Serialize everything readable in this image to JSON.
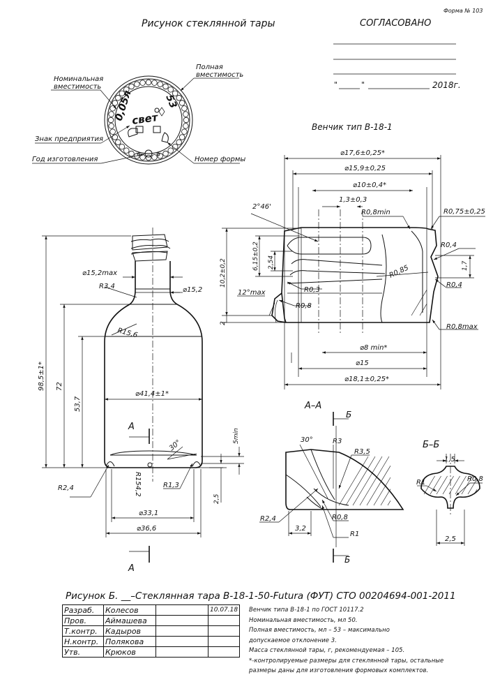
{
  "form_no": "Форма № 103",
  "title": "Рисунок стеклянной тары",
  "approval": {
    "heading": "СОГЛАСОВАНО",
    "date_quote_open": "\"",
    "date_quote_close": "\"",
    "year": "2018г."
  },
  "marking": {
    "nominal_volume_label": [
      "Номинальная",
      "вместимость"
    ],
    "full_volume_label": [
      "Полная",
      "вместимость"
    ],
    "enterprise_mark_label": "Знак предприятия",
    "year_label": "Год изготовления",
    "mold_number_label": "Номер формы",
    "nominal_value": "0,05л",
    "full_value": "53",
    "brand": "свет"
  },
  "finish_title": "Венчик тип В-18-1",
  "finish_dims": {
    "d_outer": "⌀17,6±0,25*",
    "d_thread": "⌀15,9±0,25",
    "d_inner": "⌀10±0,4*",
    "pitch": "1,3±0,3",
    "r08min": "R0,8min",
    "r075": "R0,75±0,25",
    "angle": "2°46'",
    "h615": "6,15±0,2",
    "h254": "2,54",
    "h102": "10,2±0,2",
    "r04a": "R0,4",
    "d17": "1,7",
    "r04b": "R0,4",
    "r085": "R0,85",
    "r03": "R0,3",
    "r08": "R0,8",
    "angle12": "12°max",
    "h2": "2",
    "r08max": "R0,8max",
    "d8": "⌀8  min*",
    "d15": "⌀15",
    "d181": "⌀18,1±0,25*"
  },
  "bottle_dims": {
    "h985": "98,5±1*",
    "h72": "72",
    "h537": "53,7",
    "d152max": "⌀15,2max",
    "r34": "R3,4",
    "d152": "⌀15,2",
    "r156": "R15,6",
    "d414": "⌀41,4±1*",
    "a_top": "А",
    "a_bottom": "А",
    "h5min": "5min",
    "ang30": "30°",
    "r24": "R2,4",
    "r1542": "R154,2",
    "r13": "R1,3",
    "h25": "2,5",
    "d331": "⌀33,1",
    "d366": "⌀36,6"
  },
  "section_aa": {
    "title": "А–А",
    "b_top": "Б",
    "b_bottom": "Б",
    "ang30": "30°",
    "r3": "R3",
    "r35": "R3,5",
    "r24": "R2,4",
    "r08": "R0,8",
    "r1": "R1",
    "w32": "3,2"
  },
  "section_bb": {
    "title": "Б–Б",
    "w15": "1,5",
    "r1": "R1",
    "r08": "R0,8",
    "w25": "2,5"
  },
  "caption": "Рисунок Б. __–Стеклянная тара В-18-1-50-Futura (ФУТ) СТО 00204694-001-2011",
  "signatures": [
    {
      "role": "Разраб.",
      "name": "Колесов",
      "date": "10.07.18"
    },
    {
      "role": "Пров.",
      "name": "Аймашева",
      "date": ""
    },
    {
      "role": "Т.контр.",
      "name": "Кадыров",
      "date": ""
    },
    {
      "role": "Н.контр.",
      "name": "Полякова",
      "date": ""
    },
    {
      "role": "Утв.",
      "name": "Крюков",
      "date": ""
    }
  ],
  "notes": [
    "Венчик типа В-18-1 по ГОСТ 10117.2",
    "Номинальная вместимость, мл 50.",
    "Полная вместимость, мл – 53 – максимально",
    "допускаемое отклонение 3.",
    "Масса стеклянной тары, г, рекомендуемая – 105.",
    "*-контролируемые размеры для стеклянной тары, остальные",
    "размеры даны для изготовления формовых комплектов."
  ]
}
